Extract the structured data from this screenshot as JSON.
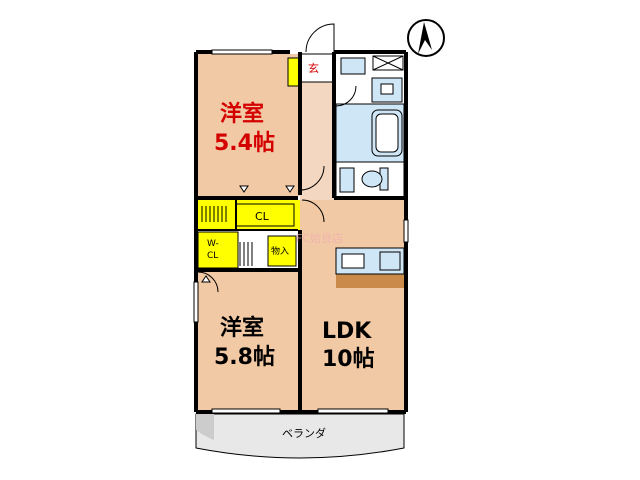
{
  "rooms": {
    "western_room_1": {
      "name": "洋室",
      "size": "5.4帖"
    },
    "western_room_2": {
      "name": "洋室",
      "size": "5.8帖"
    },
    "ldk": {
      "name": "LDK",
      "size": "10帖"
    }
  },
  "labels": {
    "entrance": "玄",
    "closet": "CL",
    "walk_in_closet_top": "W-",
    "walk_in_closet_bottom": "CL",
    "storage": "物入",
    "balcony": "ベランダ",
    "watermark": "FC姶良店"
  },
  "colors": {
    "room_floor": "#f2c9a5",
    "wood_floor": "#f4d7c0",
    "closet_yellow": "#ffff00",
    "fixture_blue": "#cfe6f7",
    "counter_brown": "#c98a4a",
    "wall": "#000000",
    "room_text": "#d40000"
  },
  "icons": [
    "north-arrow-icon",
    "door-swing-icon",
    "bathtub-icon",
    "toilet-icon",
    "sink-icon",
    "kitchen-sink-icon",
    "washing-machine-icon"
  ]
}
